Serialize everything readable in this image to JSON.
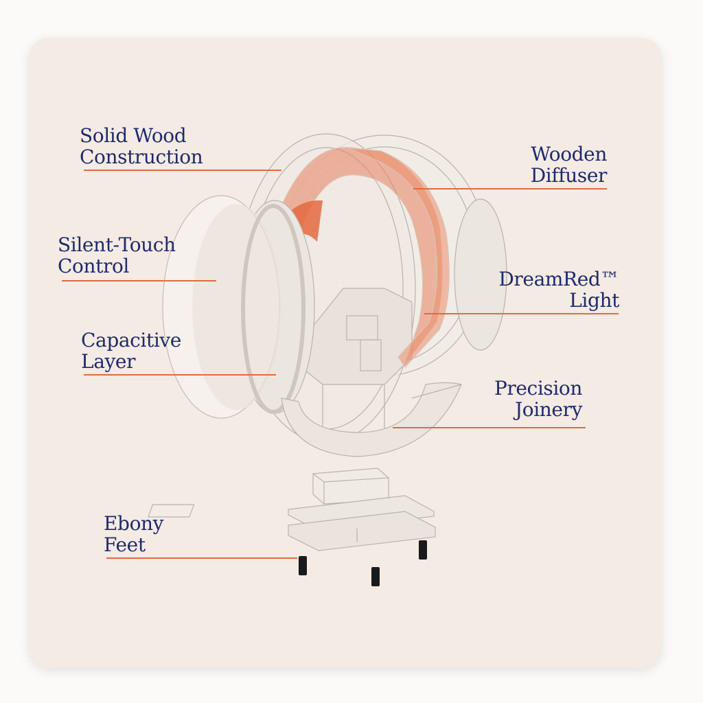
{
  "colors": {
    "background": "#f3ebe4",
    "label_text": "#1f2a6b",
    "leader_line": "#e06a42",
    "accent_band": "#e8825f"
  },
  "labels": {
    "solid_wood": {
      "line1": "Solid Wood",
      "line2": "Construction"
    },
    "wooden_diffuser": {
      "line1": "Wooden",
      "line2": "Diffuser"
    },
    "silent_touch": {
      "line1": "Silent-Touch",
      "line2": "Control"
    },
    "dreamred": {
      "line1": "DreamRed™",
      "line2": "Light"
    },
    "capacitive": {
      "line1": "Capacitive",
      "line2": "Layer"
    },
    "precision": {
      "line1": "Precision",
      "line2": "Joinery"
    },
    "ebony": {
      "line1": "Ebony",
      "line2": "Feet"
    }
  }
}
